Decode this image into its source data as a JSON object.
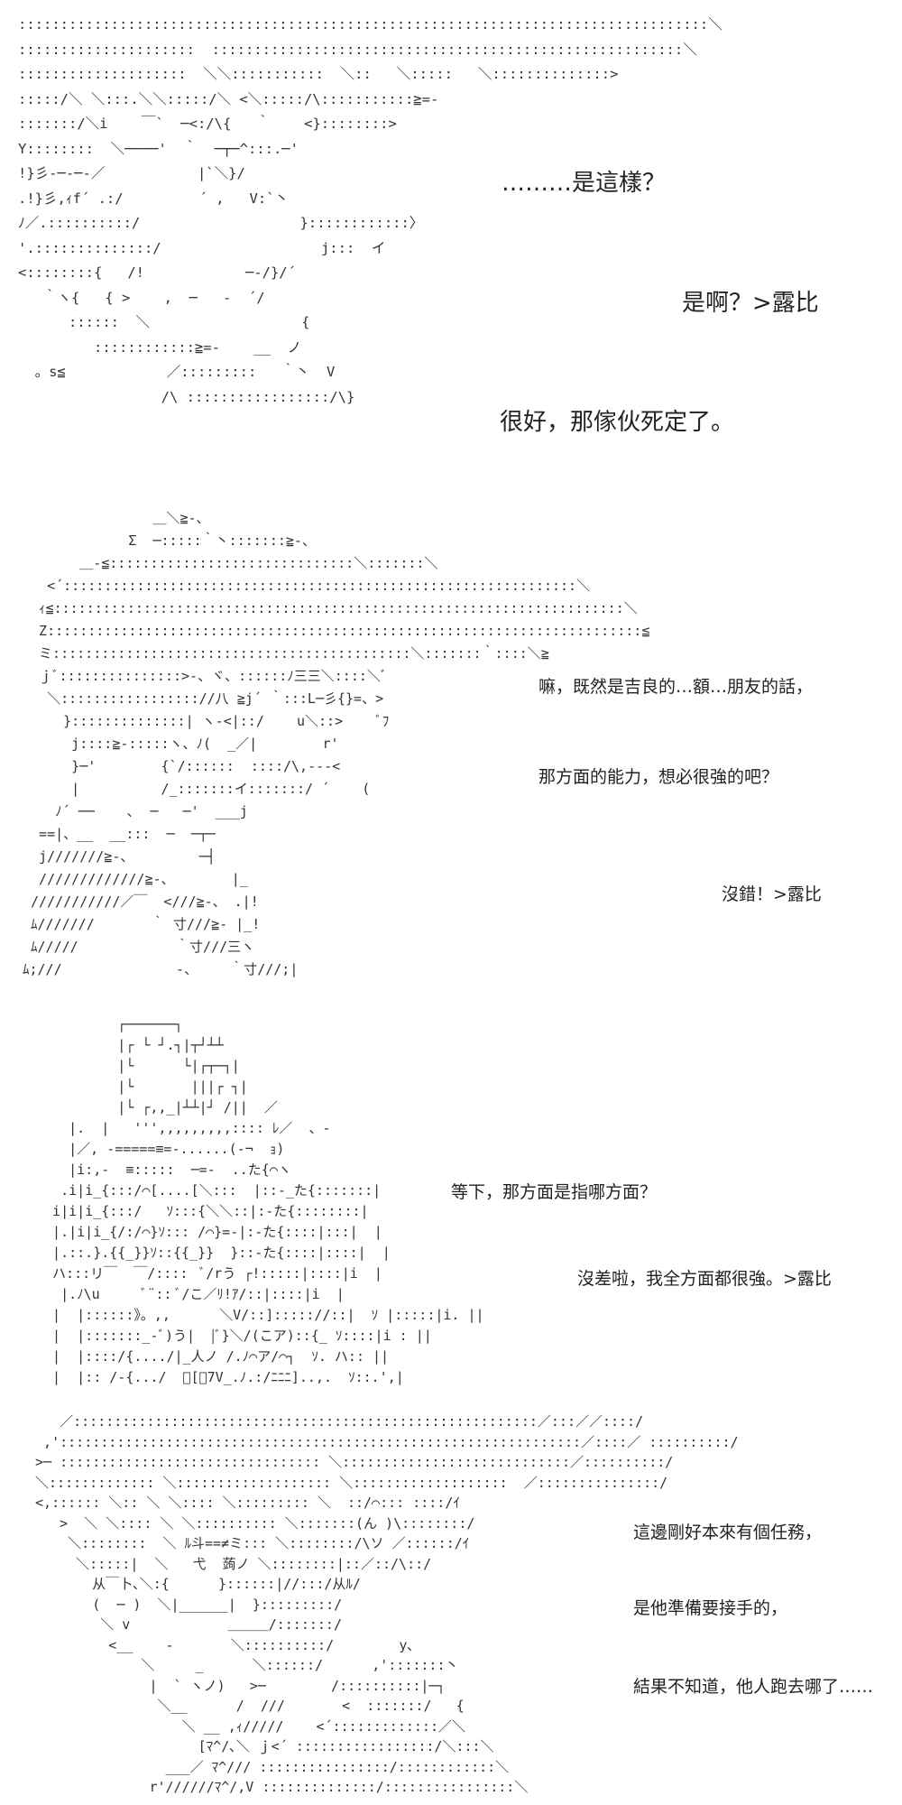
{
  "panels": [
    {
      "art": "::::::::::::::::::::::::::::::::::::::::::::::::::::::::::::::::::::::::::::::::::＼\n:::::::::::::::::::::  ::::::::::::::::::::::::::::::::::::::::::::::::::::::::＼\n::::::::::::::::::::  ＼＼:::::::::::  ＼::   ＼:::::   ＼::::::::::::::>\n:::::/＼ ＼:::.＼＼:::::/＼ <＼:::::/\\:::::::::::≧=-\n:::::::/＼i    ￣`  ─<:/\\{   ｀    <}::::::::>\nY::::::::  ＼────'  ｀  ─┬─^:::.─'\n!}彡-─-─-／           |`＼}/\n.!}彡,ｨf´ .:/         ´ ,   V:`丶\nﾉ／.::::::::::/                   }::::::::::::〉\n'.::::::::::::::/                   j:::  イ\n<::::::::{   /!            ─‐/}/´\n   ｀ヽ{   { >    ,  ─   ‐  ´/\n      ::::::  ＼                  {\n         ::::::::::::≧=-    __  ノ\n  。s≦            ／:::::::::   ｀丶  V\n                 /\\ :::::::::::::::::/\\}",
      "lines": [
        "………是這樣？",
        "是啊？>露比",
        "很好，那傢伙死定了。"
      ]
    },
    {
      "art": "                ＿＼≧-、\n             Σ  ─:::::｀丶:::::::≧-、\n       ＿-≦::::::::::::::::::::::::::::::＼:::::::＼\n   <´:::::::::::::::::::::::::::::::::::::::::::::::::::::::::::::::＼\n  ｨ≦::::::::::::::::::::::::::::::::::::::::::::::::::::::::::::::::::::::＼\n  Z:::::::::::::::::::::::::::::::::::::::::::::::::::::::::::::::::::::::::≦\n  ミ::::::::::::::::::::::::::::::::::::::::::::＼:::::::｀::::＼≧\n  ｊﾞ:::::::::::::::>-、ヾ、::::::ﾉ三三＼::::＼ﾞ\n   ＼::::::::::::::::://八 ≧j´ ｀:::L─彡{}=、>\n     }::::::::::::::| ヽ-<|::/    u＼::>    ﾞﾌ\n      j::::≧-:::::ヽ、ﾉ(  _／|        r'\n      }─'        {`/::::::  ::::/\\,---<\n      |          /_:::::::イ:::::::/ ´    (\n    ﾉ´ ──    ､  ─   ─'  ___j\n  ==|、__  __:::  ─  ─┬─\n  j///////≧-、        ─┤\n  /////////////≧-、       |_\n ///////////／￣  <///≧-、 .|!\n ﾑ///////       ｀ 寸///≧- |_!\n ﾑ/////            ｀寸///三ヽ\nﾑ;///              -、    ｀寸///;|",
      "lines": [
        "嘛，既然是吉良的…額…朋友的話，",
        "那方面的能力，想必很強的吧？",
        "沒錯！>露比"
      ]
    },
    {
      "art": "          ┌──────┐\n          |┌ └ ┘.┐|┬┘┴┴\n          |└      └|┌┬─┐|\n          |└       |||┌ ┐|\n          |└ ┌,,_|┴┴|┘ /||  ／\n    |.  |   ''',,,,,,,,,:::: ﾚ／  、‐\n    |／, -=====≡=-......(-¬  ｮ)\n    |i:,-  ≡:::::  ─=-  ..た{⌒ヽ\n   .i|i_{:::/⌒[....[＼:::  |::-_た{:::::::|\n  i|i|i_{:::/   ｿ:::{＼＼::|:-た{::::::::|\n  |.|i|i_{/:/⌒}ｿ::: /⌒}=-|:-た{::::|:::|  |\n  |.::.}.{{_}}ｿ::{{_}}  }::-た{::::|::::|  |\n  ハ:::リ￣  ￣/::::  ﾞ/rう ┌!:::::|::::|i  |\n   |.ﾉ\\u     ﾞ¨:: ﾞ/こ／ﾘ!ｱ/::|::::|i  |\n  |  |::::::》。,,      ＼V/::]::::://::|  ｿ |:::::|i. ||\n  |  |:::::::_-ﾞ)う|  |ﾞ}＼/(こア)::{_ ｿ::::|i : ||\n  |  |::::/{..../|_人ノ /.ﾉ⌒ア/⌒┐  ｿ. ハ:: ||\n  |  |:: /-{.../  ﾞ[ﾞ7V_.ﾉ.:/ﾆﾆﾆ]..,.  ｿ::.',|",
      "lines": [
        "等下，那方面是指哪方面？",
        "沒差啦，我全方面都很強。>露比"
      ]
    },
    {
      "art": "    ／:::::::::::::::::::::::::::::::::::::::::::::::::::::::::／:::／／::::/\n  ,'::::::::::::::::::::::::::::::::::::::::::::::::::::::::::::::::／::::／ ::::::::::/\n >─ :::::::::::::::::::::::::::::::: ＼::::::::::::::::::::::::::::／::::::::::/\n ＼::::::::::::: ＼::::::::::::::::::: ＼:::::::::::::::::::  ／:::::::::::::::/\n <,:::::: ＼:: ＼ ＼:::: ＼::::::::: ＼  ::/⌒::: ::::/ｲ\n    >  ＼ ＼:::: ＼ ＼:::::::::: ＼:::::::(ん )\\::::::::/\n     ＼::::::::  ＼ ﾙ斗==≠ミ::: ＼::::::::/\\ソ ／::::::/ｲ\n      ＼:::::|  ＼   弋  蒟ノ ＼::::::::|::／::/\\::/\n        从￣卜､＼:{      }::::::|//:::/从ﾙ/\n        (  ─ )  ＼|______|  }:::::::::/\n         ＼ v            ＿＿＿/:::::::/\n          <__    -       ＼::::::::::/        y､\n              ＼     _      ＼::::::/      ,':::::::丶\n               |  ` ヽノ)   >─        /::::::::::|─┐\n                ＼__      /  ///       <  :::::::/   {\n                   ＼ __ ,ｨ/////    <´:::::::::::::／＼\n                     [ﾏ^/､＼ ｊ<´ :::::::::::::::::/＼:::＼\n                 ___／ ﾏ^/// ::::::::::::::::/::::::::::::＼\n               r'//////ﾏ^/,V ::::::::::::::/::::::::::::::::＼",
      "lines": [
        "這邊剛好本來有個任務，",
        "是他準備要接手的，",
        "結果不知道，他人跑去哪了……"
      ]
    }
  ]
}
